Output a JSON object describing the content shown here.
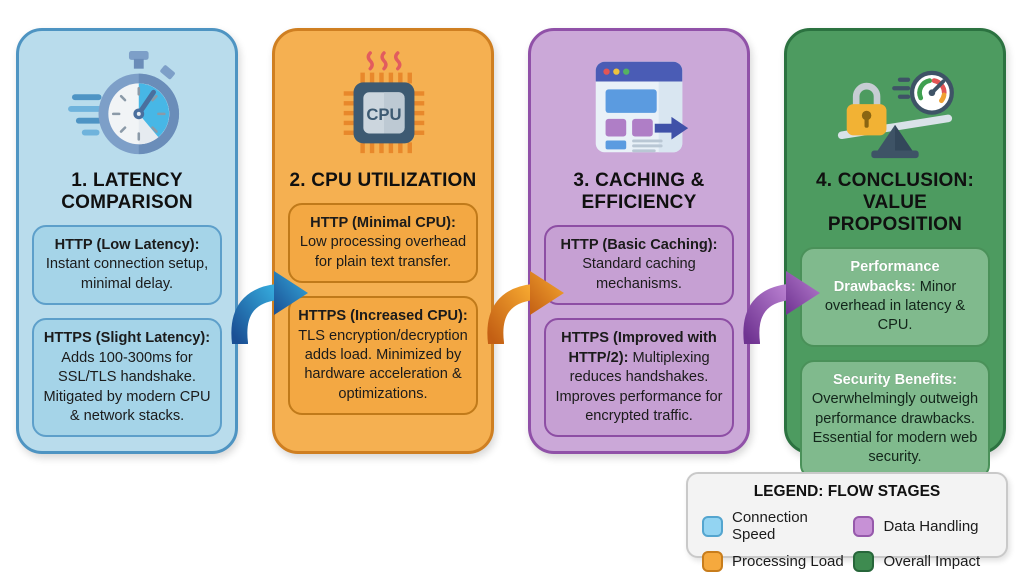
{
  "page": {
    "background": "#ffffff"
  },
  "cards": [
    {
      "name": "latency-comparison",
      "icon": "stopwatch-icon",
      "title": "1. LATENCY COMPARISON",
      "colors": {
        "bg": "#b9dcec",
        "border": "#4e94c2",
        "box_bg": "#a5d4e8",
        "box_border": "#5d9fca",
        "heading": "#1b1b1b",
        "body": "#1b1b1b"
      },
      "boxes": [
        {
          "heading": "HTTP (Low Latency):",
          "body": "Instant connection setup, minimal delay."
        },
        {
          "heading": "HTTPS (Slight Latency):",
          "body": "Adds 100-300ms for SSL/TLS handshake. Mitigated by modern CPU & network stacks."
        }
      ]
    },
    {
      "name": "cpu-utilization",
      "icon": "cpu-icon",
      "icon_label": "CPU",
      "title": "2. CPU UTILIZATION",
      "colors": {
        "bg": "#f5b051",
        "border": "#cf7f21",
        "box_bg": "#f3a843",
        "box_border": "#c07a1a",
        "heading": "#1b1b1b",
        "body": "#1b1b1b"
      },
      "boxes": [
        {
          "heading": "HTTP (Minimal CPU):",
          "body": "Low processing overhead for plain text transfer."
        },
        {
          "heading": "HTTPS (Increased CPU):",
          "body": "TLS encryption/decryption adds load. Minimized by hardware acceleration & optimizations."
        }
      ]
    },
    {
      "name": "caching-efficiency",
      "icon": "browser-icon",
      "title": "3. CACHING & EFFICIENCY",
      "colors": {
        "bg": "#cba8d8",
        "border": "#9051a8",
        "box_bg": "#c6a0d3",
        "box_border": "#8d4ea4",
        "heading": "#1b1b1b",
        "body": "#1b1b1b"
      },
      "boxes": [
        {
          "heading": "HTTP (Basic Caching):",
          "body": "Standard caching mechanisms."
        },
        {
          "heading": "HTTPS (Improved with HTTP/2):",
          "body": "Multiplexing reduces handshakes. Improves performance for encrypted traffic."
        }
      ]
    },
    {
      "name": "conclusion-value-proposition",
      "icon": "balance-icon",
      "title": "4. CONCLUSION: VALUE PROPOSITION",
      "colors": {
        "bg": "#4d9b60",
        "border": "#2b7240",
        "box_bg": "#80ba8d",
        "box_border": "#4a9159",
        "heading": "#ffffff",
        "body": "#12251a"
      },
      "boxes": [
        {
          "heading": "Performance Drawbacks:",
          "body": "Minor overhead in latency & CPU."
        },
        {
          "heading": "Security Benefits:",
          "body": "Overwhelmingly outweigh performance drawbacks. Essential for modern web security."
        }
      ]
    }
  ],
  "arrows": [
    {
      "name": "flow-arrow-1",
      "color_from": "#1a4f94",
      "color_to": "#35aadc"
    },
    {
      "name": "flow-arrow-2",
      "color_from": "#c35f14",
      "color_to": "#f6a830"
    },
    {
      "name": "flow-arrow-3",
      "color_from": "#6f3391",
      "color_to": "#b87fd0"
    }
  ],
  "legend": {
    "title": "LEGEND: FLOW STAGES",
    "items": [
      {
        "label": "Connection Speed",
        "fill": "#93d4f2",
        "border": "#54a5cf"
      },
      {
        "label": "Data Handling",
        "fill": "#c791d6",
        "border": "#9659ab"
      },
      {
        "label": "Processing Load",
        "fill": "#f5a93e",
        "border": "#c87d1c"
      },
      {
        "label": "Overall Impact",
        "fill": "#3e8b50",
        "border": "#27663a"
      }
    ]
  }
}
